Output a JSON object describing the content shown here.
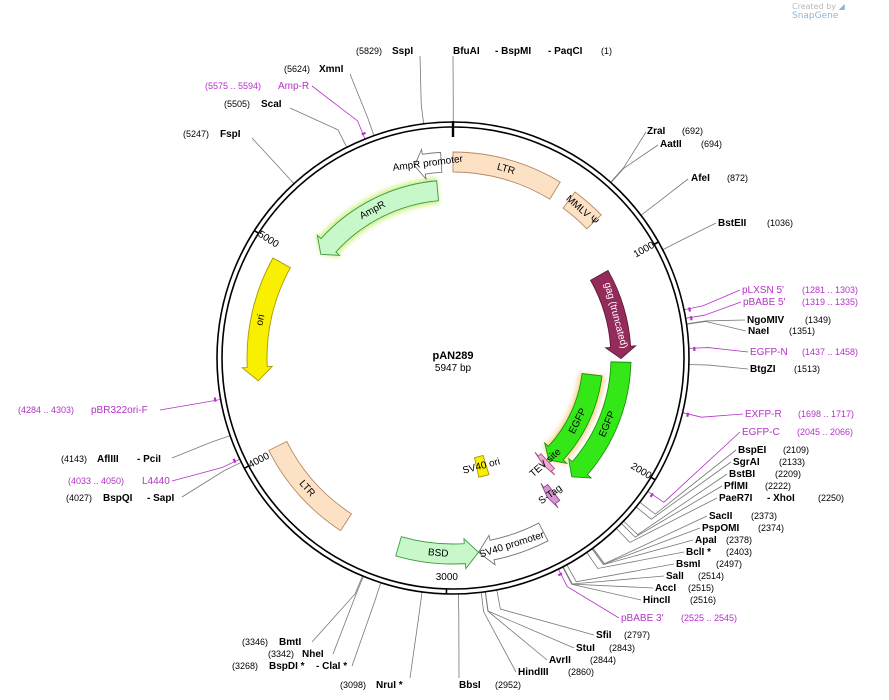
{
  "credit": {
    "prefix": "Created by",
    "brand": "SnapGene"
  },
  "plasmid": {
    "name": "pAN289",
    "length": 5947,
    "length_label": "5947 bp"
  },
  "ticks": [
    1000,
    2000,
    3000,
    4000,
    5000
  ],
  "features": [
    {
      "id": "LTR-1",
      "label": "LTR",
      "start": 5947,
      "end": 518,
      "track": 0,
      "color": "#fde1c4",
      "stroke": "#b58a66",
      "dir": 0
    },
    {
      "id": "MMLV",
      "label": "MMLV Ψ",
      "start": 600,
      "end": 760,
      "track": 0,
      "color": "#fde1c4",
      "stroke": "#b58a66",
      "dir": 0
    },
    {
      "id": "gag",
      "label": "gag (truncated)",
      "start": 1000,
      "end": 1490,
      "track": 1,
      "color": "#932c5a",
      "stroke": "#5f1a3a",
      "dir": 1
    },
    {
      "id": "EGFP-1",
      "label": "EGFP",
      "start": 1510,
      "end": 2230,
      "track": 1,
      "color": "#33e816",
      "stroke": "#1e9010",
      "dir": 1
    },
    {
      "id": "EGFP-2",
      "label": "EGFP",
      "start": 1600,
      "end": 2260,
      "track": 2,
      "color": "#33e816",
      "stroke": "#1e9010",
      "dir": 1
    },
    {
      "id": "TEV",
      "label": "TEV site",
      "start": 2270,
      "end": 2310,
      "track": 2,
      "color": "#f2a8cf",
      "stroke": "#a05080",
      "dir": 1
    },
    {
      "id": "STag",
      "label": "S-Tag",
      "start": 2365,
      "end": 2410,
      "track": 1,
      "color": "#d894d3",
      "stroke": "#8a4e86",
      "dir": 1
    },
    {
      "id": "SV40ori",
      "label": "SV40 ori",
      "start": 2690,
      "end": 2772,
      "track": 3,
      "color": "#f8f000",
      "stroke": "#a89a00",
      "dir": 0
    },
    {
      "id": "SV40prom",
      "label": "SV40 promoter",
      "start": 2520,
      "end": 2850,
      "track": 0,
      "color": "#ffffff",
      "stroke": "#777777",
      "dir": 1
    },
    {
      "id": "BSD",
      "label": "BSD",
      "start": 2850,
      "end": 3240,
      "track": 0,
      "color": "#c8f7ca",
      "stroke": "#409a42",
      "dir": -1
    },
    {
      "id": "LTR-2",
      "label": "LTR",
      "start": 3520,
      "end": 4020,
      "track": 0,
      "color": "#fde1c4",
      "stroke": "#b58a66",
      "dir": 0
    },
    {
      "id": "ori",
      "label": "ori",
      "start": 4350,
      "end": 4940,
      "track": 0,
      "color": "#f8f000",
      "stroke": "#a89a00",
      "dir": -1
    },
    {
      "id": "AmpR",
      "label": "AmpR",
      "start": 5090,
      "end": 5860,
      "track": 1,
      "color": "#c8f7ca",
      "stroke": "#409a42",
      "dir": -1
    },
    {
      "id": "AmpRprom",
      "label": "AmpR promoter",
      "start": 5760,
      "end": 5890,
      "track": 0,
      "color": "#ffffff",
      "stroke": "#777777",
      "dir": -1
    }
  ],
  "enzymes": [
    {
      "name": "SspI",
      "pos": "(5829)",
      "site": 5829
    },
    {
      "name": "BfuAI",
      "pos": "",
      "site": 1
    },
    {
      "name": "- BspMI",
      "pos": "",
      "site": 1
    },
    {
      "name": "- PaqCI",
      "pos": "(1)",
      "site": 1
    },
    {
      "name": "XmnI",
      "pos": "(5624)",
      "site": 5624
    },
    {
      "name": "ScaI",
      "pos": "(5505)",
      "site": 5505
    },
    {
      "name": "FspI",
      "pos": "(5247)",
      "site": 5247
    },
    {
      "name": "ZraI",
      "pos": "(692)",
      "site": 692
    },
    {
      "name": "AatII",
      "pos": "(694)",
      "site": 694
    },
    {
      "name": "AfeI",
      "pos": "(872)",
      "site": 872
    },
    {
      "name": "BstEII",
      "pos": "(1036)",
      "site": 1036
    },
    {
      "name": "NgoMIV",
      "pos": "(1349)",
      "site": 1349
    },
    {
      "name": "NaeI",
      "pos": "(1351)",
      "site": 1351
    },
    {
      "name": "BtgZI",
      "pos": "(1513)",
      "site": 1513
    },
    {
      "name": "BspEI",
      "pos": "(2109)",
      "site": 2109
    },
    {
      "name": "SgrAI",
      "pos": "(2133)",
      "site": 2133
    },
    {
      "name": "BstBI",
      "pos": "(2209)",
      "site": 2209
    },
    {
      "name": "PflMI",
      "pos": "(2222)",
      "site": 2222
    },
    {
      "name": "PaeR7I",
      "pos": "",
      "site": 2250
    },
    {
      "name": "- XhoI",
      "pos": "(2250)",
      "site": 2250
    },
    {
      "name": "SacII",
      "pos": "(2373)",
      "site": 2373
    },
    {
      "name": "PspOMI",
      "pos": "(2374)",
      "site": 2374
    },
    {
      "name": "ApaI",
      "pos": "(2378)",
      "site": 2378
    },
    {
      "name": "BclI *",
      "pos": "(2403)",
      "site": 2403
    },
    {
      "name": "BsmI",
      "pos": "(2497)",
      "site": 2497
    },
    {
      "name": "SalI",
      "pos": "(2514)",
      "site": 2514
    },
    {
      "name": "AccI",
      "pos": "(2515)",
      "site": 2515
    },
    {
      "name": "HincII",
      "pos": "(2516)",
      "site": 2516
    },
    {
      "name": "SfiI",
      "pos": "(2797)",
      "site": 2797
    },
    {
      "name": "StuI",
      "pos": "(2843)",
      "site": 2843
    },
    {
      "name": "AvrII",
      "pos": "(2844)",
      "site": 2844
    },
    {
      "name": "HindIII",
      "pos": "(2860)",
      "site": 2860
    },
    {
      "name": "BbsI",
      "pos": "(2952)",
      "site": 2952
    },
    {
      "name": "NruI *",
      "pos": "(3098)",
      "site": 3098
    },
    {
      "name": "BmtI",
      "pos": "(3346)",
      "site": 3346
    },
    {
      "name": "NheI",
      "pos": "(3342)",
      "site": 3342
    },
    {
      "name": "BspDI *",
      "pos": "(3268)",
      "site": 3268
    },
    {
      "name": "- ClaI *",
      "pos": "",
      "site": 3268
    },
    {
      "name": "AflIII",
      "pos": "(4143)",
      "site": 4143
    },
    {
      "name": "- PciI",
      "pos": "",
      "site": 4143
    },
    {
      "name": "BspQI",
      "pos": "(4027)",
      "site": 4027
    },
    {
      "name": "- SapI",
      "pos": "",
      "site": 4027
    }
  ],
  "primers": [
    {
      "name": "Amp-R",
      "range": "(5575 .. 5594)",
      "site": 5585
    },
    {
      "name": "pLXSN 5'",
      "range": "(1281 .. 1303)",
      "site": 1292
    },
    {
      "name": "pBABE 5'",
      "range": "(1319 .. 1335)",
      "site": 1327
    },
    {
      "name": "EGFP-N",
      "range": "(1437 .. 1458)",
      "site": 1448
    },
    {
      "name": "EXFP-R",
      "range": "(1698 .. 1717)",
      "site": 1708
    },
    {
      "name": "EGFP-C",
      "range": "(2045 .. 2066)",
      "site": 2055
    },
    {
      "name": "pBABE 3'",
      "range": "(2525 .. 2545)",
      "site": 2535
    },
    {
      "name": "pBR322ori-F",
      "range": "(4284 .. 4303)",
      "site": 4293
    },
    {
      "name": "L4440",
      "range": "(4033 .. 4050)",
      "site": 4041
    }
  ]
}
